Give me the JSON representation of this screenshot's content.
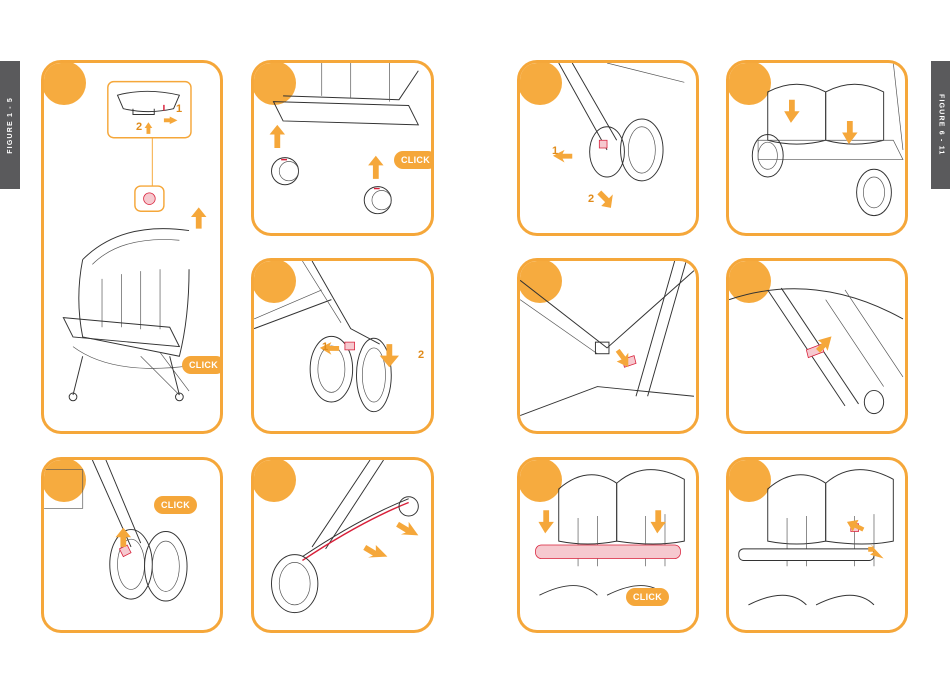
{
  "side_tabs": {
    "left": "FIGURE 1 - 5",
    "right": "FIGURE 6 - 11"
  },
  "labels": {
    "click": "CLICK",
    "step1": "1",
    "step2": "2"
  },
  "colors": {
    "accent": "#f5a73a",
    "tab": "#5a5a5c",
    "highlight": "#d8203a"
  },
  "panels": [
    {
      "name": "fig-1",
      "content": "stroller-unfold"
    },
    {
      "name": "fig-2",
      "content": "front-wheels-attach"
    },
    {
      "name": "fig-3",
      "content": "rear-wheel-remove"
    },
    {
      "name": "fig-4",
      "content": "rear-wheel-attach"
    },
    {
      "name": "fig-5",
      "content": "brake-bar"
    },
    {
      "name": "fig-6",
      "content": "rear-wheel-release"
    },
    {
      "name": "fig-7",
      "content": "seat-cover-drop"
    },
    {
      "name": "fig-8",
      "content": "canopy-clip"
    },
    {
      "name": "fig-9",
      "content": "canopy-frame"
    },
    {
      "name": "fig-10",
      "content": "bumper-bar-attach"
    },
    {
      "name": "fig-11",
      "content": "bumper-bar-release"
    }
  ]
}
